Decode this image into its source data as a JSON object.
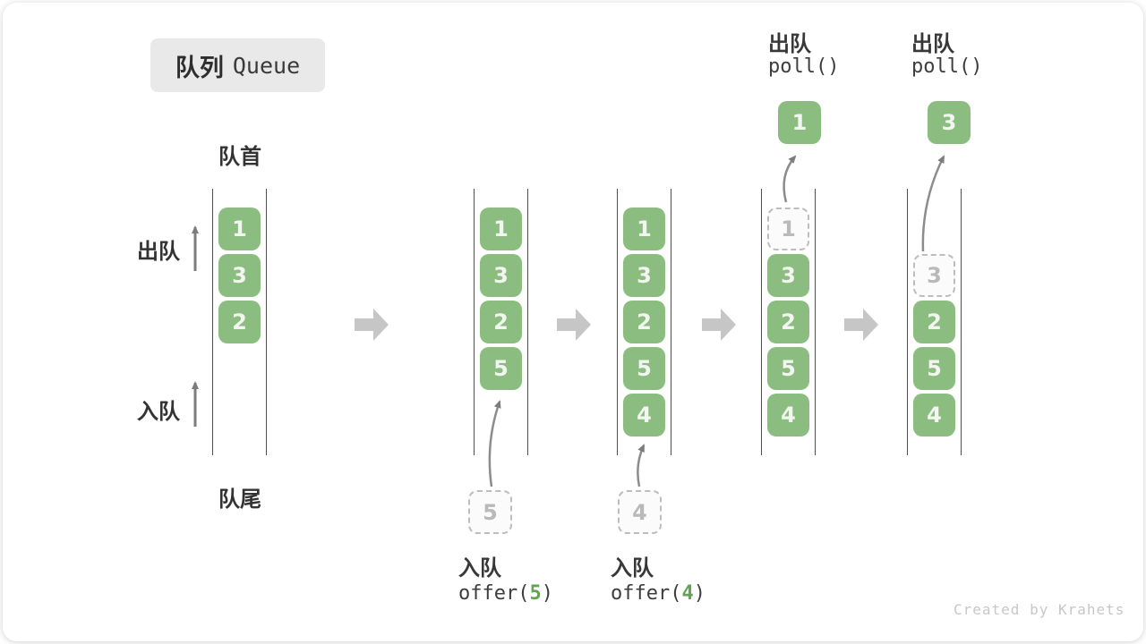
{
  "title": {
    "zh": "队列",
    "en": "Queue"
  },
  "labels": {
    "front": "队首",
    "rear": "队尾",
    "dequeue": "出队",
    "enqueue": "入队"
  },
  "watermark": "Created by Krahets",
  "colors": {
    "box_green": "#8CBD80",
    "box_number": "#F3F6F0",
    "code_arg_green": "#63A355",
    "channel_line": "#4F4F4F",
    "step_arrow_gray": "#C6C6C6",
    "thin_arrow_gray": "#7D7D7D",
    "dashed_border": "#BDBDBD",
    "dashed_text": "#B9B9B9",
    "title_bg": "#E9E9E9"
  },
  "columns": [
    {
      "name": "state-initial",
      "cells": [
        {
          "slot": 0,
          "value": "1",
          "kind": "green"
        },
        {
          "slot": 1,
          "value": "3",
          "kind": "green"
        },
        {
          "slot": 2,
          "value": "2",
          "kind": "green"
        }
      ]
    },
    {
      "name": "state-after-offer-5",
      "cells": [
        {
          "slot": 0,
          "value": "1",
          "kind": "green"
        },
        {
          "slot": 1,
          "value": "3",
          "kind": "green"
        },
        {
          "slot": 2,
          "value": "2",
          "kind": "green"
        },
        {
          "slot": 3,
          "value": "5",
          "kind": "green"
        }
      ],
      "pending": {
        "value": "5"
      },
      "note": {
        "zh": "入队",
        "code_before": "offer(",
        "arg": "5",
        "code_after": ")"
      }
    },
    {
      "name": "state-after-offer-4",
      "cells": [
        {
          "slot": 0,
          "value": "1",
          "kind": "green"
        },
        {
          "slot": 1,
          "value": "3",
          "kind": "green"
        },
        {
          "slot": 2,
          "value": "2",
          "kind": "green"
        },
        {
          "slot": 3,
          "value": "5",
          "kind": "green"
        },
        {
          "slot": 4,
          "value": "4",
          "kind": "green"
        }
      ],
      "pending": {
        "value": "4"
      },
      "note": {
        "zh": "入队",
        "code_before": "offer(",
        "arg": "4",
        "code_after": ")"
      }
    },
    {
      "name": "state-after-poll-1",
      "cells": [
        {
          "slot": 0,
          "value": "1",
          "kind": "dashed"
        },
        {
          "slot": 1,
          "value": "3",
          "kind": "green"
        },
        {
          "slot": 2,
          "value": "2",
          "kind": "green"
        },
        {
          "slot": 3,
          "value": "5",
          "kind": "green"
        },
        {
          "slot": 4,
          "value": "4",
          "kind": "green"
        }
      ],
      "op": {
        "zh": "出队",
        "code": "poll()",
        "result": "1"
      }
    },
    {
      "name": "state-after-poll-3",
      "cells": [
        {
          "slot": 1,
          "value": "3",
          "kind": "dashed"
        },
        {
          "slot": 2,
          "value": "2",
          "kind": "green"
        },
        {
          "slot": 3,
          "value": "5",
          "kind": "green"
        },
        {
          "slot": 4,
          "value": "4",
          "kind": "green"
        }
      ],
      "op": {
        "zh": "出队",
        "code": "poll()",
        "result": "3"
      }
    }
  ]
}
